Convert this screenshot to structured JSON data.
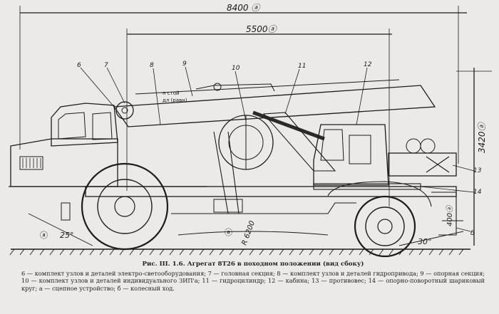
{
  "figure": {
    "dimensions": {
      "overall_length": "8400 ⓐ",
      "wheelbase": "5500ⓐ",
      "height": "3420ⓐ",
      "ground_clearance": "400ⓐ",
      "turn_radius": "R 6200",
      "front_angle": "25°",
      "rear_angle": "30°",
      "circle_mark": "ⓐ"
    },
    "callouts": [
      "6",
      "7",
      "8",
      "9",
      "10",
      "11",
      "12",
      "13",
      "14",
      "б"
    ],
    "boom_text_line1": "н стой",
    "boom_text_line2": "дл (равн)"
  },
  "caption": {
    "title": "Рис. III. 1.6. Агрегат 8Т26 в походном положении (вид сбоку)",
    "body": "6 — комплект узлов и деталей электро-светооборудования; 7 — головная секция; 8 — комплект узлов и деталей гидропривода; 9 — опорная секция; 10 — комплект узлов и деталей индивидуального ЗИП'а; 11 — гидроцилиндр; 12 — кабина; 13 — противовес; 14 — опорно-поворотный шариковый круг; а — сцепное устройство; б — колесный ход."
  }
}
